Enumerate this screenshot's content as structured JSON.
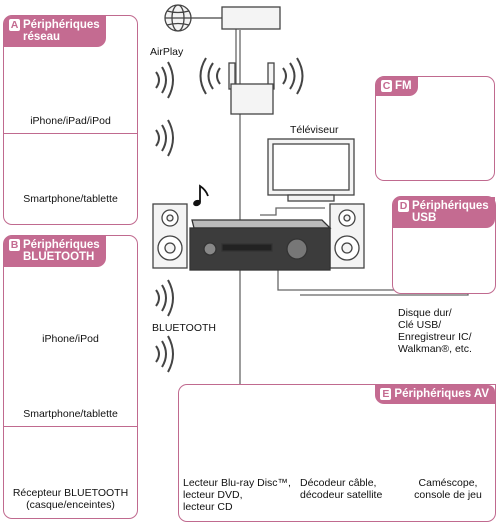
{
  "panels": {
    "network": {
      "badge": "A",
      "title": "Périphériques\nréseau",
      "device1": "iPhone/iPad/iPod",
      "device2": "Smartphone/tablette"
    },
    "bluetooth": {
      "badge": "B",
      "title": "Périphériques\nBLUETOOTH",
      "device1": "iPhone/iPod",
      "device2": "Smartphone/tablette",
      "device3": "Récepteur BLUETOOTH\n(casque/enceintes)"
    },
    "fm": {
      "badge": "C",
      "title": "FM"
    },
    "usb": {
      "badge": "D",
      "title": "Périphériques\nUSB",
      "device1": "Disque dur/\nClé USB/\nEnregistreur IC/\nWalkman®, etc."
    },
    "av": {
      "badge": "E",
      "title": "Périphériques AV",
      "device1": "Lecteur Blu-ray Disc™,\nlecteur DVD,\nlecteur CD",
      "device2": "Décodeur câble,\ndécodeur satellite",
      "device3": "Caméscope,\nconsole de jeu"
    }
  },
  "labels": {
    "airplay": "AirPlay",
    "bluetooth": "BLUETOOTH",
    "tv": "Téléviseur"
  },
  "colors": {
    "accent": "#c46b91",
    "line": "#555555"
  }
}
